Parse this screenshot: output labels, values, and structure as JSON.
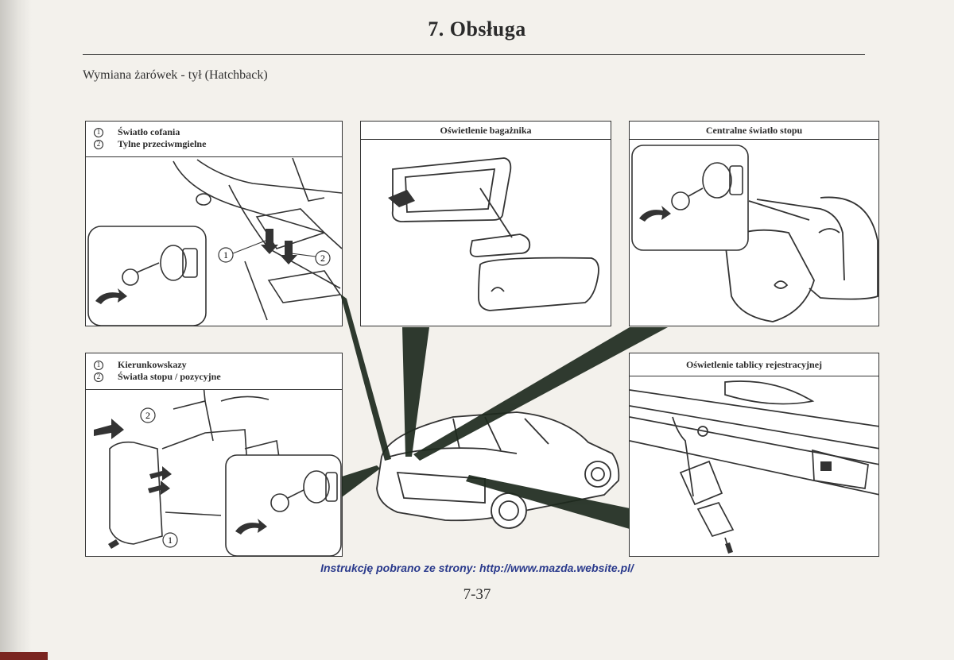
{
  "header": {
    "title": "7. Obsługa",
    "section": "Wymiana żarówek  - tył (Hatchback)"
  },
  "panels": {
    "reverse_fog": {
      "items": [
        {
          "num": "1",
          "label": "Światło cofania"
        },
        {
          "num": "2",
          "label": "Tylne przeciwmgielne"
        }
      ]
    },
    "trunk_light": {
      "title": "Oświetlenie bagażnika"
    },
    "center_stop": {
      "title": "Centralne światło stopu"
    },
    "turn_stop": {
      "items": [
        {
          "num": "1",
          "label": "Kierunkowskazy"
        },
        {
          "num": "2",
          "label": "Światła stopu / pozycyjne"
        }
      ]
    },
    "plate_light": {
      "title": "Oświetlenie tablicy rejestracyjnej"
    }
  },
  "callouts": {
    "one": "1",
    "two": "2"
  },
  "footer": {
    "link_text": "Instrukcję pobrano ze strony: http://www.mazda.website.pl/",
    "page_number": "7-37"
  },
  "colors": {
    "page": "#f3f1ec",
    "ink": "#2b2b2b",
    "link": "#2a3a8c",
    "pointer": "#1e2a1e"
  }
}
